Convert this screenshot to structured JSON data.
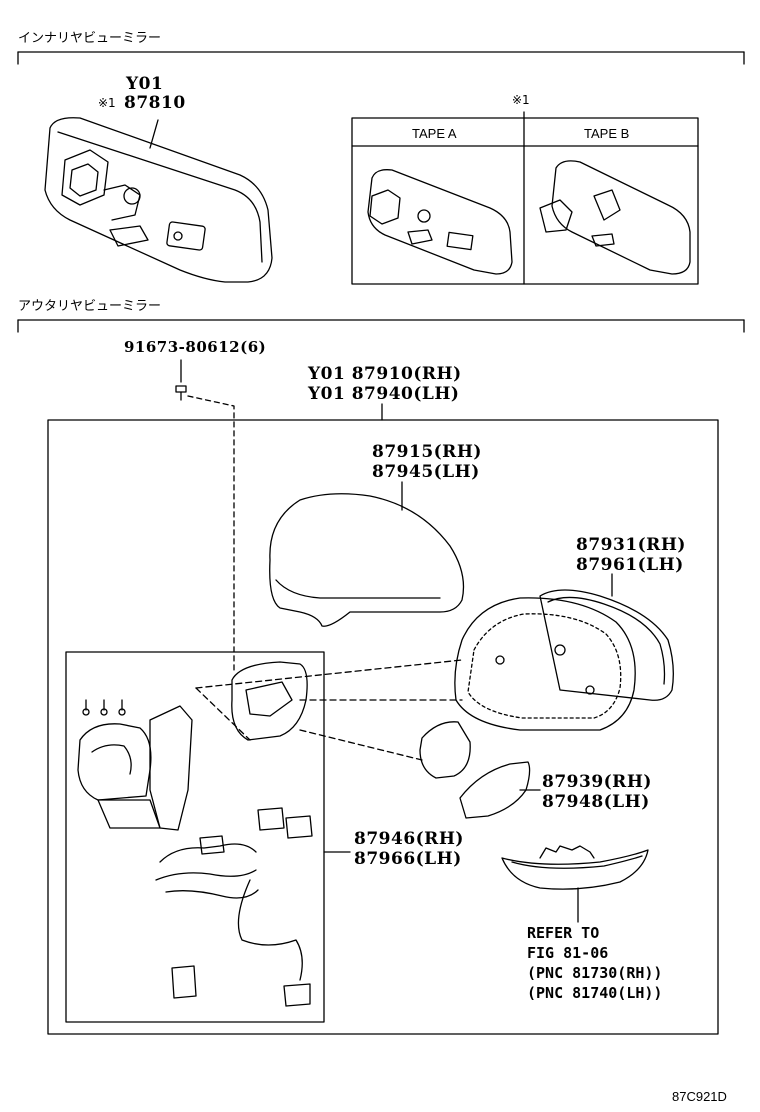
{
  "sections": {
    "inner": "インナリヤビューミラー",
    "outer": "アウタリヤビューミラー"
  },
  "inner_mirror": {
    "color_code": "Y01",
    "note_mark": "※1",
    "part": "87810"
  },
  "tape_box": {
    "note_mark": "※1",
    "tape_a": "TAPE A",
    "tape_b": "TAPE B"
  },
  "outer_mirror": {
    "screw": "91673-80612(6)",
    "assy_rh": "Y01 87910(RH)",
    "assy_lh": "Y01 87940(LH)",
    "cover_rh": "87915(RH)",
    "cover_lh": "87945(LH)",
    "mirror_rh": "87931(RH)",
    "mirror_lh": "87961(LH)",
    "lamp_cover_rh": "87939(RH)",
    "lamp_cover_lh": "87948(LH)",
    "motor_rh": "87946(RH)",
    "motor_lh": "87966(LH)",
    "refer_1": "REFER TO",
    "refer_2": "FIG 81-06",
    "refer_3": "(PNC 81730(RH))",
    "refer_4": "(PNC 81740(LH))"
  },
  "figure_code": "87C921D",
  "icons": [
    "inner-mirror-illustration",
    "tape-a-illustration",
    "tape-b-illustration",
    "screw-icon",
    "mirror-cover-illustration",
    "mirror-glass-illustration",
    "mirror-housing-illustration",
    "lamp-cover-illustration",
    "turn-signal-illustration",
    "motor-illustration",
    "harness-illustration"
  ]
}
